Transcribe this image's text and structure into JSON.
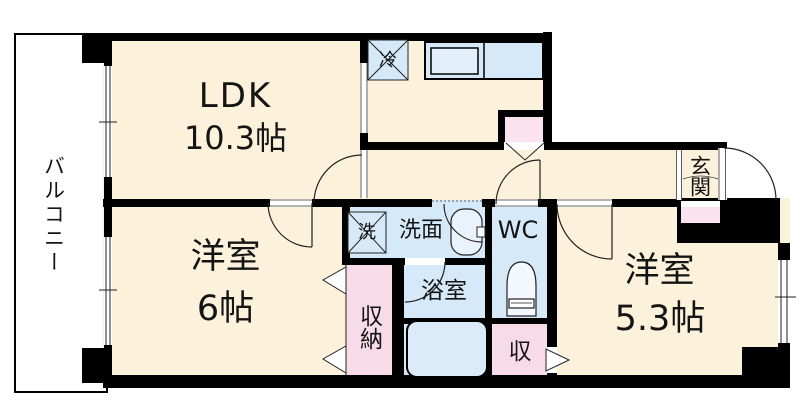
{
  "colors": {
    "bg": "#ffffff",
    "room": "#FCF2DB",
    "wet": "#D6E9F8",
    "closet": "#F8DBE8",
    "closet2": "#FAE3EF",
    "wall": "#000000",
    "line": "#222222"
  },
  "rooms": {
    "balcony": "バルコニー",
    "ldk": "LDK",
    "ldk_size": "10.3帖",
    "west1": "洋室",
    "west1_size": "6帖",
    "west2": "洋室",
    "west2_size": "5.3帖",
    "entrance": "玄関",
    "washroom": "洗面",
    "washer": "洗",
    "fridge": "冷",
    "bath": "浴室",
    "wc": "WC",
    "closet": "収納",
    "closet_small": "収"
  }
}
